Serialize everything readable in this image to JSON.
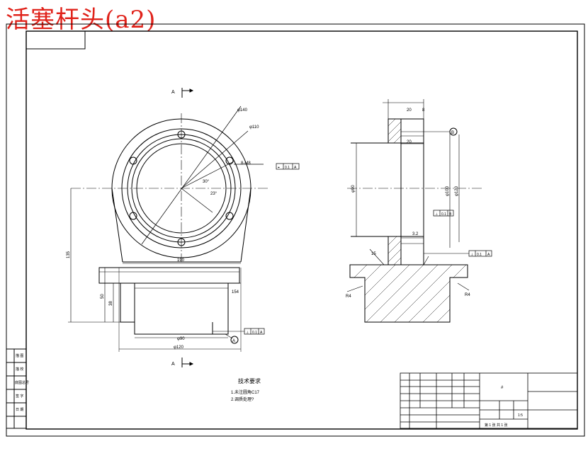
{
  "header": {
    "title": "活塞杆头(a2)"
  },
  "views": {
    "section_mark_top": "A",
    "section_mark_bottom": "A",
    "front": {
      "dia_outer": "φ140",
      "dia_inner": "φ110",
      "holes": "8-M8",
      "hole_tolerance": "0.1",
      "hole_datum": "A",
      "angle_1": "30°",
      "angle_2": "23°",
      "dim_height": "135",
      "dim_width": "190"
    },
    "bottom": {
      "dim_left_1": "50",
      "dim_left_2": "38",
      "dim_right": "154",
      "dia_small": "φ90",
      "dia_large": "φ120",
      "datum": "A",
      "flatness_value": "0.1",
      "flatness_datum": "A"
    },
    "side": {
      "dim_top_1": "20",
      "dim_top_2": "8",
      "dim_inner": "20",
      "dim_left": "φ90",
      "dim_right_1": "φ120",
      "dim_right_2": "φ100",
      "datum_b": "B",
      "tol_mid": "0.1",
      "tol_mid_datum": "B",
      "tol_low": "0.1",
      "tol_low_datum": "A",
      "dim_small": "3.2",
      "chamfer_1": "15",
      "chamfer_2": "R4",
      "chamfer_3": "R4"
    }
  },
  "notes": {
    "heading": "技术要求",
    "lines": [
      "1.未注圆角C17",
      "2.调质处理?"
    ]
  },
  "title_block": {
    "part_mark": "#",
    "company": "",
    "drawing_no": "",
    "scale": "1:5",
    "sheet": "第 1 张 共 1 张"
  },
  "left_strip": {
    "labels": [
      "描 图",
      "描 校",
      "底图总号",
      "签 字",
      "日 期"
    ]
  }
}
